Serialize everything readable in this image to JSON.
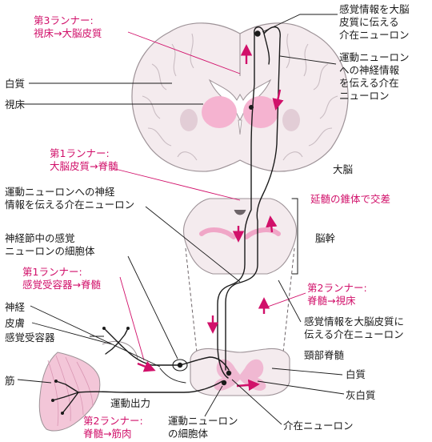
{
  "labels": {
    "third_runner_title": "第3ランナー:",
    "third_runner_path": "視床→大脳皮質",
    "white_matter_top": "白質",
    "thalamus": "視床",
    "sensory_interneuron_l1": "感覚情報を大脳",
    "sensory_interneuron_l2": "皮質に伝える",
    "sensory_interneuron_l3": "介在ニューロン",
    "motor_interneuron_l1": "運動ニューロン",
    "motor_interneuron_l2": "への神経情報",
    "motor_interneuron_l3": "を伝える介在",
    "motor_interneuron_l4": "ニューロン",
    "first_runner_b_title": "第1ランナー:",
    "first_runner_b_path": "大脳皮質→脊髄",
    "cerebrum": "大脳",
    "motor_info_left_l1": "運動ニューロンへの神経",
    "motor_info_left_l2": "情報を伝える介在ニューロン",
    "medulla_decussation": "延髄の錐体で交差",
    "ganglion_l1": "神経節中の感覚",
    "ganglion_l2": "ニューロンの細胞体",
    "brainstem": "脳幹",
    "first_runner_a_title": "第1ランナー:",
    "first_runner_a_path": "感覚受容器→脊髄",
    "second_runner_a_title": "第2ランナー:",
    "second_runner_a_path": "脊髄→視床",
    "nerve": "神経",
    "skin": "皮膚",
    "receptor": "感覚受容器",
    "sensory_to_cortex_l1": "感覚情報を大脳皮質に",
    "sensory_to_cortex_l2": "伝える介在ニューロン",
    "cervical_cord": "頸部脊髄",
    "muscle": "筋",
    "white_matter_cord": "白質",
    "gray_white_matter": "灰白質",
    "motor_output": "運動出力",
    "second_runner_b_title": "第2ランナー:",
    "second_runner_b_path": "脊髄→筋肉",
    "motor_cell_body_l1": "運動ニューロン",
    "motor_cell_body_l2": "の細胞体",
    "interneuron": "介在ニューロン"
  },
  "colors": {
    "accent": "#d1106a",
    "tissue": "#f2e7ea",
    "tissue_stroke": "#b7aab0",
    "gray_matter": "#f0b8d2",
    "thalamus_fill": "#f5b3d0",
    "muscle": "#f3c6d8",
    "neuron": "#1a1a1a"
  }
}
